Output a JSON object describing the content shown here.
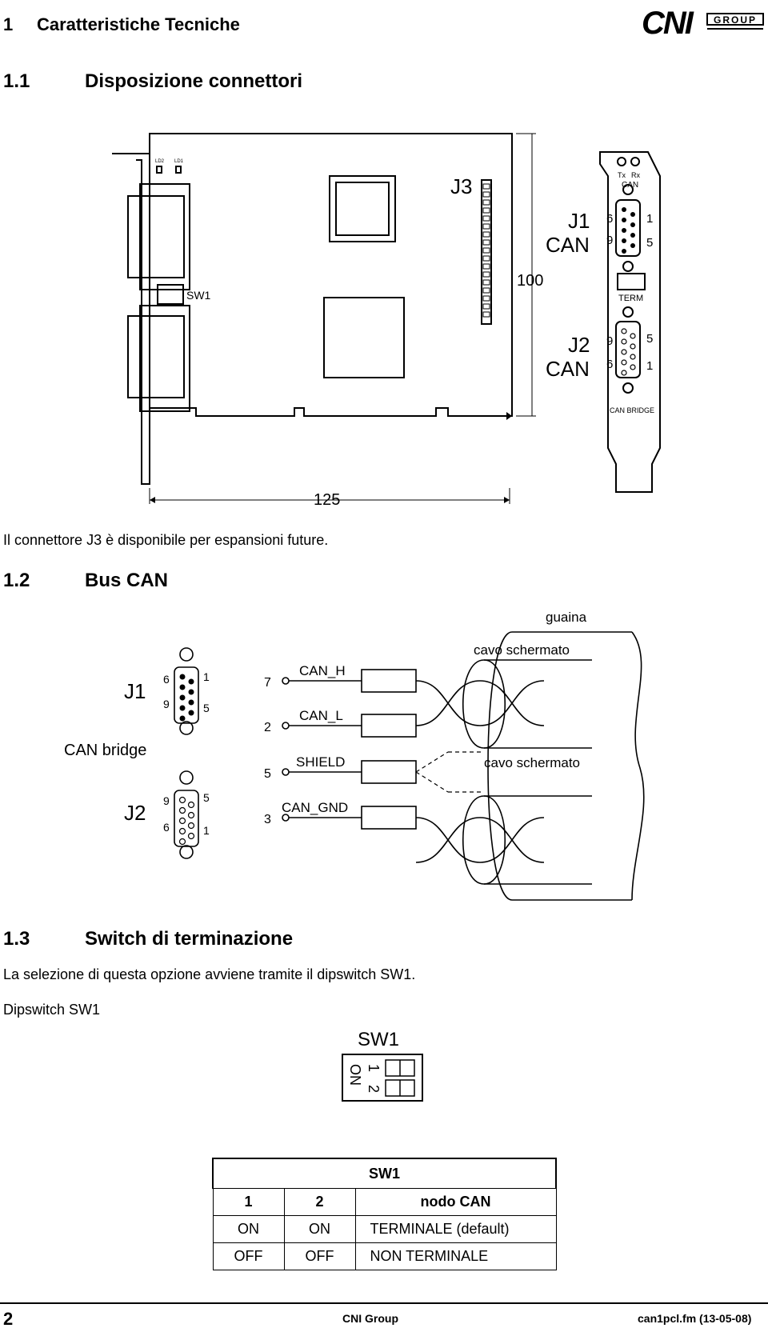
{
  "header": {
    "section_number": "1",
    "section_title": "Caratteristiche Tecniche",
    "logo_text": "CNI",
    "logo_suffix": "GROUP"
  },
  "s11": {
    "number": "1.1",
    "title": "Disposizione connettori",
    "board": {
      "j3": "J3",
      "j1": "J1",
      "j1_can": "CAN",
      "j2": "J2",
      "j2_can": "CAN",
      "sw1": "SW1",
      "dim_height": "100",
      "dim_width": "125",
      "bracket_tx": "Tx",
      "bracket_rx": "Rx",
      "bracket_can": "CAN",
      "bracket_term": "TERM",
      "bracket_bridge": "CAN BRIDGE",
      "pin6": "6",
      "pin1": "1",
      "pin9": "9",
      "pin5": "5",
      "led1": "LD2",
      "led2": "LD1"
    },
    "note": "Il connettore J3 è disponibile per espansioni future."
  },
  "s12": {
    "number": "1.2",
    "title": "Bus CAN",
    "diagram": {
      "j1": "J1",
      "j2": "J2",
      "can_bridge": "CAN bridge",
      "guaina": "guaina",
      "cavo1": "cavo schermato",
      "cavo2": "cavo schermato",
      "signals": [
        {
          "pin": "7",
          "name": "CAN_H"
        },
        {
          "pin": "2",
          "name": "CAN_L"
        },
        {
          "pin": "5",
          "name": "SHIELD"
        },
        {
          "pin": "3",
          "name": "CAN_GND"
        }
      ],
      "j1_pins": [
        "6",
        "1",
        "9",
        "5"
      ],
      "j2_pins": [
        "9",
        "5",
        "6",
        "1"
      ]
    }
  },
  "s13": {
    "number": "1.3",
    "title": "Switch di terminazione",
    "text": "La selezione di questa opzione avviene tramite il dipswitch SW1.",
    "dipswitch_label": "Dipswitch SW1",
    "dip": {
      "name": "SW1",
      "on": "ON",
      "pos1": "1",
      "pos2": "2"
    },
    "table": {
      "title": "SW1",
      "headers": [
        "1",
        "2",
        "nodo CAN"
      ],
      "rows": [
        [
          "ON",
          "ON",
          "TERMINALE (default)"
        ],
        [
          "OFF",
          "OFF",
          "NON TERMINALE"
        ]
      ]
    }
  },
  "footer": {
    "page": "2",
    "company": "CNI Group",
    "file": "can1pcl.fm (13-05-08)"
  }
}
